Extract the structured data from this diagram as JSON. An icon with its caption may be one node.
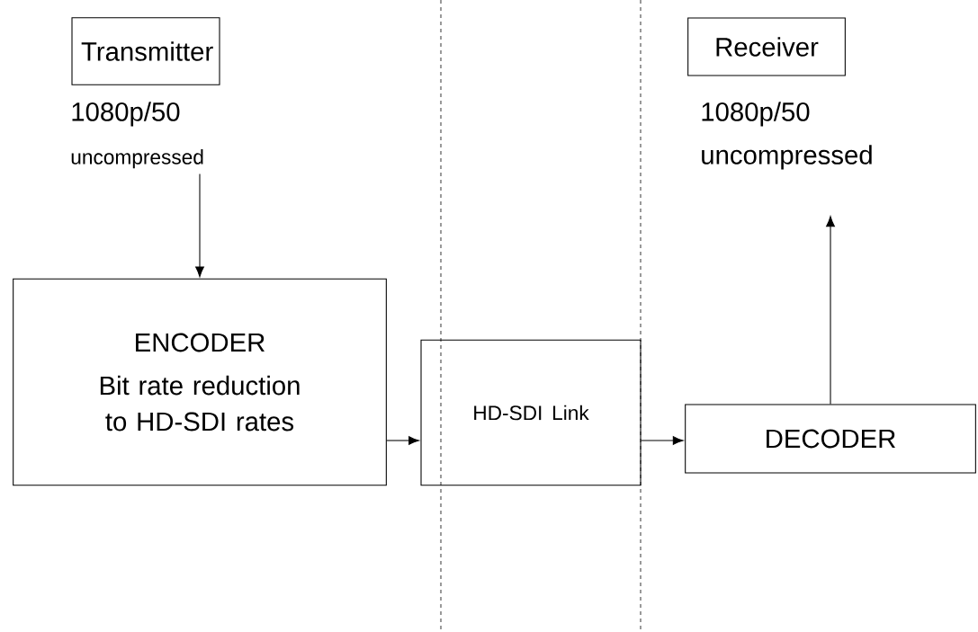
{
  "diagram": {
    "nodes": [
      {
        "text": [
          "Transmitter"
        ]
      },
      {
        "text": [
          "Receiver"
        ]
      },
      {
        "text": [
          "1080p/50",
          "uncompressed"
        ]
      },
      {
        "text": [
          "1080p/50",
          "uncompressed"
        ]
      },
      {
        "text": [
          "ENCODER",
          "Bit rate reduction to HD-SDI rates"
        ]
      },
      {
        "text": [
          "HD-SDI Link"
        ]
      },
      {
        "text": [
          "DECODER"
        ]
      }
    ],
    "edges": [
      {
        "from": 2,
        "to": 4,
        "arrow": "to"
      },
      {
        "from": 4,
        "to": 5,
        "arrow": "to"
      },
      {
        "from": 5,
        "to": 6,
        "arrow": "to"
      },
      {
        "from": 6,
        "to": 3,
        "arrow": "to"
      }
    ]
  }
}
